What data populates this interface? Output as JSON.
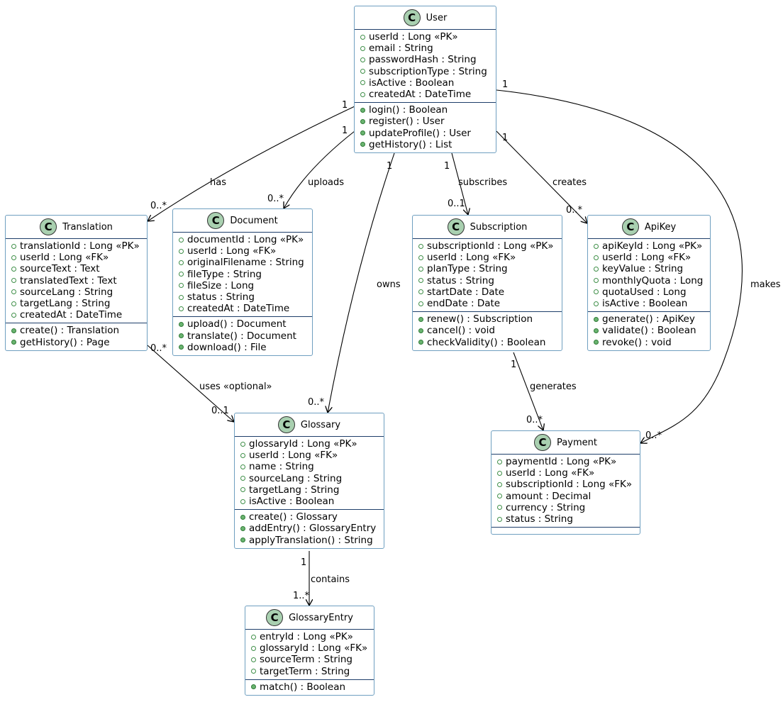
{
  "classes": [
    {
      "id": "User",
      "name": "User",
      "attributes": [
        "userId : Long «PK»",
        "email : String",
        "passwordHash : String",
        "subscriptionType : String",
        "isActive : Boolean",
        "createdAt : DateTime"
      ],
      "methods": [
        "login() : Boolean",
        "register() : User",
        "updateProfile() : User",
        "getHistory() : List"
      ]
    },
    {
      "id": "Translation",
      "name": "Translation",
      "attributes": [
        "translationId : Long «PK»",
        "userId : Long «FK»",
        "sourceText : Text",
        "translatedText : Text",
        "sourceLang : String",
        "targetLang : String",
        "createdAt : DateTime"
      ],
      "methods": [
        "create() : Translation",
        "getHistory() : Page"
      ]
    },
    {
      "id": "Document",
      "name": "Document",
      "attributes": [
        "documentId : Long «PK»",
        "userId : Long «FK»",
        "originalFilename : String",
        "fileType : String",
        "fileSize : Long",
        "status : String",
        "createdAt : DateTime"
      ],
      "methods": [
        "upload() : Document",
        "translate() : Document",
        "download() : File"
      ]
    },
    {
      "id": "Subscription",
      "name": "Subscription",
      "attributes": [
        "subscriptionId : Long «PK»",
        "userId : Long «FK»",
        "planType : String",
        "status : String",
        "startDate : Date",
        "endDate : Date"
      ],
      "methods": [
        "renew() : Subscription",
        "cancel() : void",
        "checkValidity() : Boolean"
      ]
    },
    {
      "id": "ApiKey",
      "name": "ApiKey",
      "attributes": [
        "apiKeyId : Long «PK»",
        "userId : Long «FK»",
        "keyValue : String",
        "monthlyQuota : Long",
        "quotaUsed : Long",
        "isActive : Boolean"
      ],
      "methods": [
        "generate() : ApiKey",
        "validate() : Boolean",
        "revoke() : void"
      ]
    },
    {
      "id": "Glossary",
      "name": "Glossary",
      "attributes": [
        "glossaryId : Long «PK»",
        "userId : Long «FK»",
        "name : String",
        "sourceLang : String",
        "targetLang : String",
        "isActive : Boolean"
      ],
      "methods": [
        "create() : Glossary",
        "addEntry() : GlossaryEntry",
        "applyTranslation() : String"
      ]
    },
    {
      "id": "Payment",
      "name": "Payment",
      "attributes": [
        "paymentId : Long «PK»",
        "userId : Long «FK»",
        "subscriptionId : Long «FK»",
        "amount : Decimal",
        "currency : String",
        "status : String"
      ],
      "methods": []
    },
    {
      "id": "GlossaryEntry",
      "name": "GlossaryEntry",
      "attributes": [
        "entryId : Long «PK»",
        "glossaryId : Long «FK»",
        "sourceTerm : String",
        "targetTerm : String"
      ],
      "methods": [
        "match() : Boolean"
      ]
    }
  ],
  "relations": [
    {
      "id": "user-translation",
      "from": "User",
      "to": "Translation",
      "label": "has",
      "from_mult": "1",
      "to_mult": "0..*"
    },
    {
      "id": "user-document",
      "from": "User",
      "to": "Document",
      "label": "uploads",
      "from_mult": "1",
      "to_mult": "0..*"
    },
    {
      "id": "user-glossary",
      "from": "User",
      "to": "Glossary",
      "label": "owns",
      "from_mult": "1",
      "to_mult": "0..*"
    },
    {
      "id": "user-subscription",
      "from": "User",
      "to": "Subscription",
      "label": "subscribes",
      "from_mult": "1",
      "to_mult": "0..1"
    },
    {
      "id": "user-apikey",
      "from": "User",
      "to": "ApiKey",
      "label": "creates",
      "from_mult": "1",
      "to_mult": "0..*"
    },
    {
      "id": "user-payment",
      "from": "User",
      "to": "Payment",
      "label": "makes",
      "from_mult": "1",
      "to_mult": "0..*"
    },
    {
      "id": "translation-glossary",
      "from": "Translation",
      "to": "Glossary",
      "label": "uses «optional»",
      "from_mult": "0..*",
      "to_mult": "0..1"
    },
    {
      "id": "subscription-payment",
      "from": "Subscription",
      "to": "Payment",
      "label": "generates",
      "from_mult": "1",
      "to_mult": "0..*"
    },
    {
      "id": "glossary-entry",
      "from": "Glossary",
      "to": "GlossaryEntry",
      "label": "contains",
      "from_mult": "1",
      "to_mult": "1..*"
    }
  ],
  "class_badge_letter": "C",
  "colors": {
    "border": "#6f9fc0",
    "badge": "#a9d0b0",
    "visibility": "#6ab470",
    "line": "#000000"
  }
}
